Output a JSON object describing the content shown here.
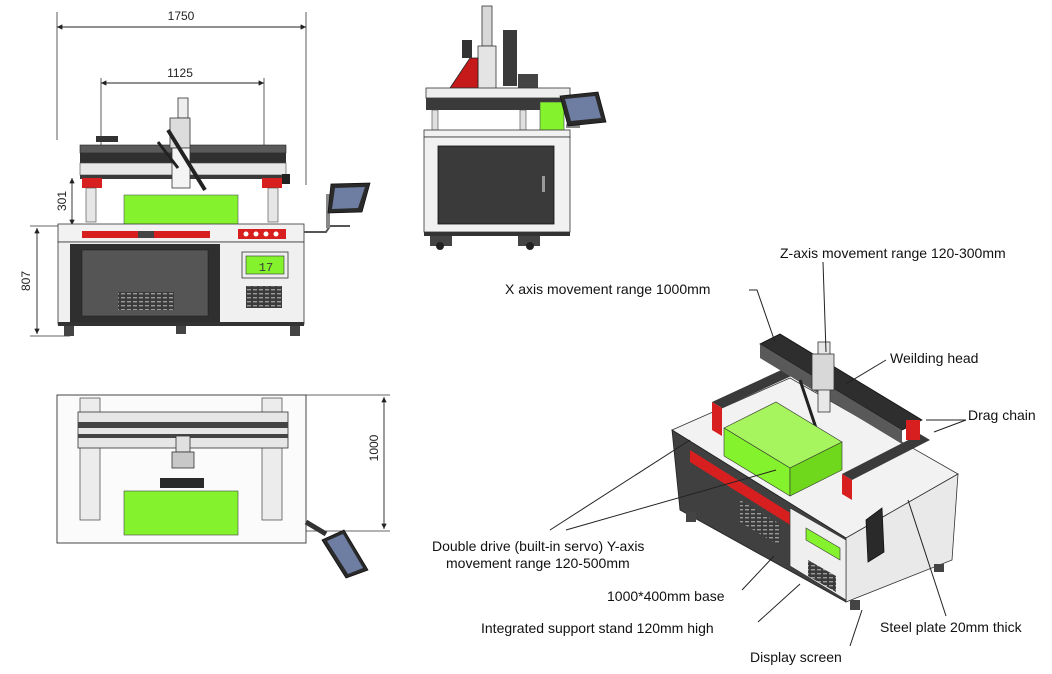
{
  "front_view": {
    "width_total": "1750",
    "width_inner": "1125",
    "height_upper": "301",
    "height_base": "807",
    "screen_text": "17"
  },
  "top_view": {
    "depth": "1000"
  },
  "callouts": {
    "z_axis": "Z-axis movement range 120-300mm",
    "x_axis": "X axis movement range 1000mm",
    "welding_head": "Weilding head",
    "drag_chain": "Drag chain",
    "y_axis_line1": "Double drive (built-in servo) Y-axis",
    "y_axis_line2": "movement range 120-500mm",
    "base": "1000*400mm base",
    "support_stand": "Integrated support stand 120mm high",
    "steel_plate": "Steel plate 20mm thick",
    "display": "Display screen"
  },
  "colors": {
    "workpiece": "#84f22c",
    "accent_red": "#d81f1f",
    "frame_dark": "#3a3a3a",
    "panel": "#f2f2f2"
  }
}
